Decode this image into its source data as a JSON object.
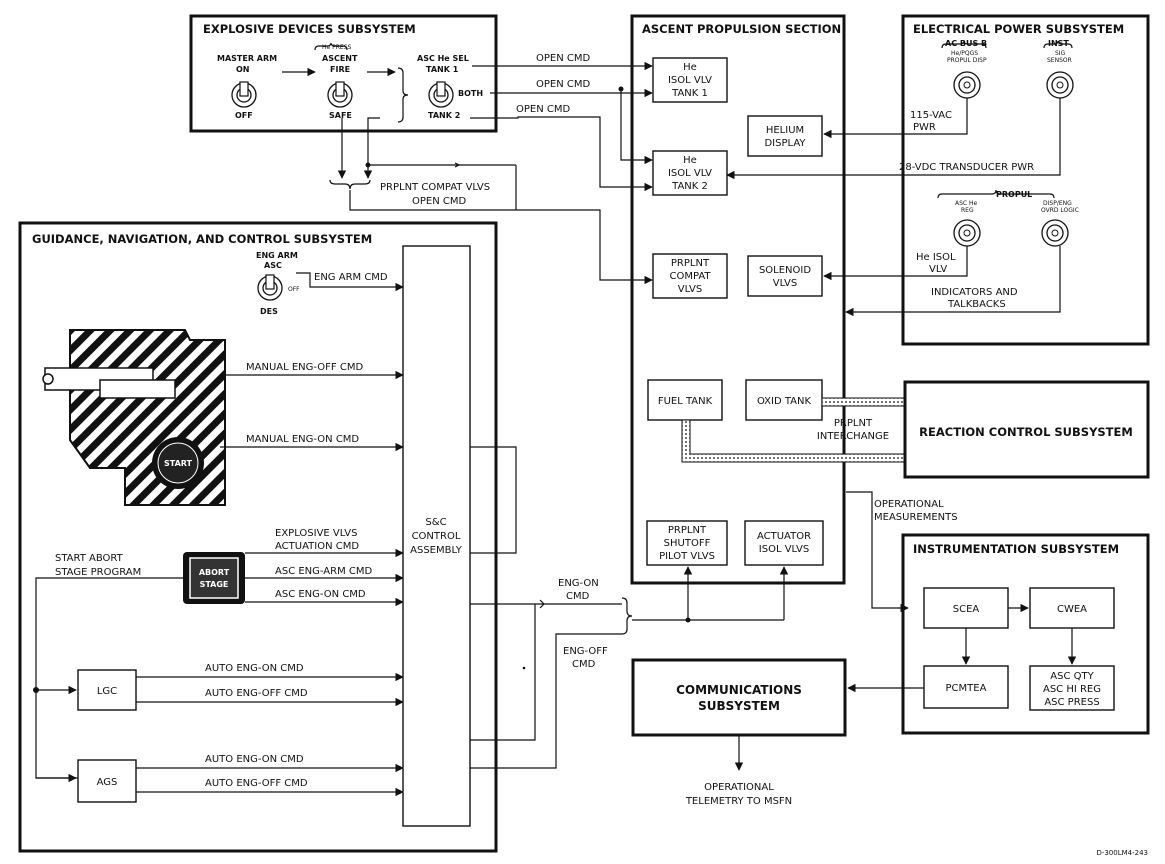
{
  "subsystems": {
    "explosive": {
      "title": "EXPLOSIVE DEVICES SUBSYSTEM",
      "master_arm": {
        "label": "MASTER ARM",
        "on": "ON",
        "off": "OFF"
      },
      "ascent_fire": {
        "group": "He PRESS",
        "label1": "ASCENT",
        "label2": "FIRE",
        "safe": "SAFE"
      },
      "asc_he_sel": {
        "label": "ASC He SEL",
        "tank1": "TANK 1",
        "both": "BOTH",
        "tank2": "TANK 2"
      }
    },
    "ascent": {
      "title": "ASCENT PROPULSION SECTION",
      "he_tank1": [
        "He",
        "ISOL VLV",
        "TANK 1"
      ],
      "he_tank2": [
        "He",
        "ISOL VLV",
        "TANK 2"
      ],
      "helium_display": [
        "HELIUM",
        "DISPLAY"
      ],
      "prplnt_compat": [
        "PRPLNT",
        "COMPAT",
        "VLVS"
      ],
      "solenoid": [
        "SOLENOID",
        "VLVS"
      ],
      "fuel_tank": "FUEL TANK",
      "oxid_tank": "OXID TANK",
      "shutoff": [
        "PRPLNT",
        "SHUTOFF",
        "PILOT VLVS"
      ],
      "actuator": [
        "ACTUATOR",
        "ISOL VLVS"
      ]
    },
    "electrical": {
      "title": "ELECTRICAL POWER SUBSYSTEM",
      "ac_bus": "AC BUS B",
      "ac_bus_sub": "He/PQGS",
      "ac_bus_sub2": "PROPUL DISP",
      "inst": "INST",
      "inst_sub": "SIG",
      "inst_sub2": "SENSOR",
      "propul": "PROPUL",
      "asc_he_reg": [
        "ASC He",
        "REG"
      ],
      "disp_eng": [
        "DISP/ENG",
        "OVRD LOGIC"
      ],
      "vac": [
        "115-VAC",
        "PWR"
      ],
      "vdc": "28-VDC  TRANSDUCER PWR",
      "he_isol": [
        "He  ISOL",
        "VLV"
      ],
      "indicators": [
        "INDICATORS AND",
        "TALKBACKS"
      ]
    },
    "rcs": {
      "title": "REACTION CONTROL SUBSYSTEM"
    },
    "gnc": {
      "title": "GUIDANCE, NAVIGATION, AND CONTROL SUBSYSTEM",
      "eng_arm": [
        "ENG ARM",
        "ASC"
      ],
      "off": "OFF",
      "des": "DES",
      "start": "START",
      "abort_stage": [
        "ABORT",
        "STAGE"
      ],
      "start_abort": [
        "START ABORT",
        "STAGE PROGRAM"
      ],
      "lgc": "LGC",
      "ags": "AGS",
      "sc_control": [
        "S&C",
        "CONTROL",
        "ASSEMBLY"
      ]
    },
    "instrumentation": {
      "title": "INSTRUMENTATION SUBSYSTEM",
      "scea": "SCEA",
      "cwea": "CWEA",
      "pcmtea": "PCMTEA",
      "asc_box": [
        "ASC  QTY",
        "ASC HI REG",
        "ASC PRESS"
      ]
    },
    "comm": {
      "title": [
        "COMMUNICATIONS",
        "SUBSYSTEM"
      ]
    }
  },
  "signals": {
    "open_cmd": "OPEN  CMD",
    "prplnt_compat_open": [
      "PRPLNT  COMPAT  VLVS",
      "OPEN  CMD"
    ],
    "eng_arm_cmd": "ENG  ARM  CMD",
    "manual_off": "MANUAL  ENG-OFF  CMD",
    "manual_on": "MANUAL  ENG-ON  CMD",
    "explosive_vlvs": [
      "EXPLOSIVE  VLVS",
      "ACTUATION  CMD"
    ],
    "asc_eng_arm": "ASC  ENG-ARM  CMD",
    "asc_eng_on": "ASC  ENG-ON  CMD",
    "auto_on": "AUTO  ENG-ON  CMD",
    "auto_off": "AUTO  ENG-OFF  CMD",
    "eng_on_cmd": [
      "ENG-ON",
      "CMD"
    ],
    "eng_off_cmd": [
      "ENG-OFF",
      "CMD"
    ],
    "prplnt_interchange": [
      "PRPLNT",
      "INTERCHANGE"
    ],
    "operational_meas": [
      "OPERATIONAL",
      "MEASUREMENTS"
    ],
    "telemetry": [
      "OPERATIONAL",
      "TELEMETRY  TO  MSFN"
    ]
  },
  "figure_id": "D-300LM4-243"
}
